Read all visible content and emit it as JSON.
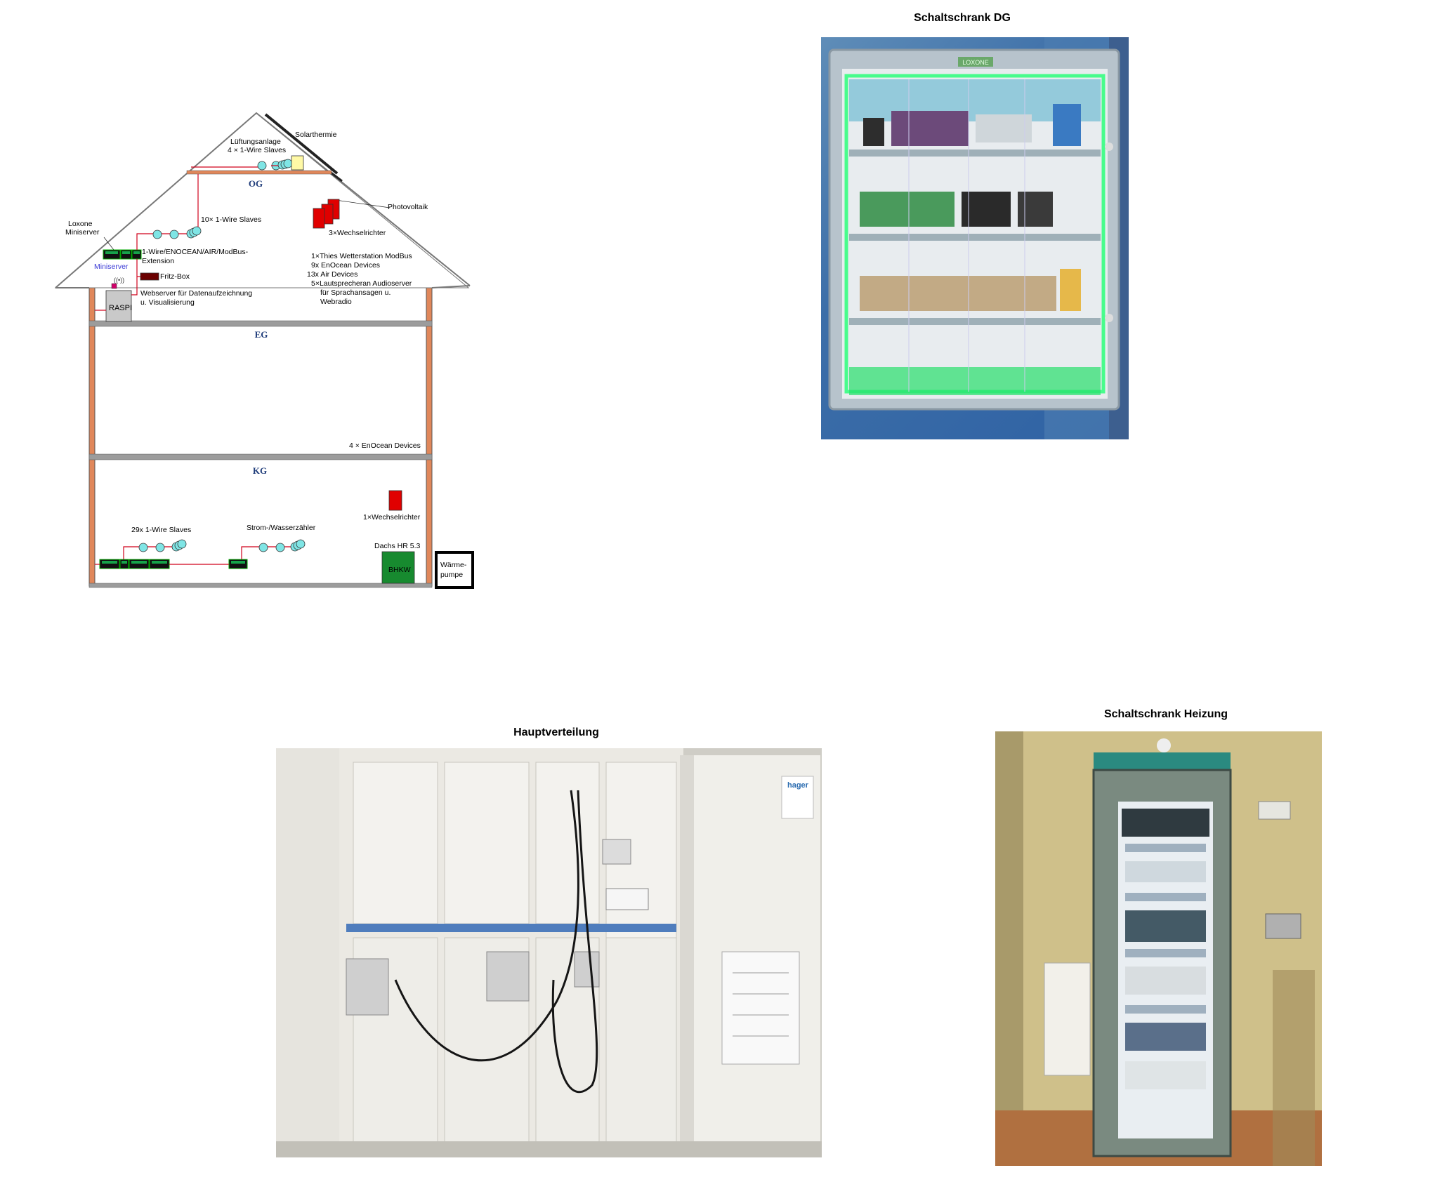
{
  "diagram": {
    "floors": {
      "og": "OG",
      "eg": "EG",
      "kg": "KG"
    },
    "og": {
      "solarthermie": "Solarthermie",
      "lueftung_line1": "Lüftungsanlage",
      "lueftung_line2": "4 × 1-Wire Slaves",
      "photovoltaik": "Photovoltaik",
      "wechselrichter": "3×Wechselrichter",
      "loxone_line1": "Loxone",
      "loxone_line2": "Miniserver",
      "slaves": "10× 1-Wire Slaves",
      "miniserver": "Miniserver",
      "extension_line1": "1-Wire/ENOCEAN/AIR/ModBus-",
      "extension_line2": "Extension",
      "fritzbox": "Fritz-Box",
      "raspi": "RASPI",
      "webserver_line1": "Webserver für Datenaufzeichnung",
      "webserver_line2": "u. Visualisierung",
      "devices_line1": "1×Thies Wetterstation ModBus",
      "devices_line2": "9x EnOcean Devices",
      "devices_line3": "13x Air Devices",
      "devices_line4": "5×Lautsprecheran Audioserver",
      "devices_line5": "für Sprachansagen u.",
      "devices_line6": "Webradio"
    },
    "eg": {
      "enocean": "4 × EnOcean Devices"
    },
    "kg": {
      "wechselrichter": "1×Wechselrichter",
      "slaves": "29x 1-Wire Slaves",
      "zaehler": "Strom-/Wasserzähler",
      "dachs": "Dachs HR 5.3",
      "bhkw": "BHKW",
      "waerme_line1": "Wärme-",
      "waerme_line2": "pumpe"
    }
  },
  "photos": {
    "dg_caption": "Schaltschrank DG",
    "dg_logo": "LOXONE",
    "haupt_caption": "Hauptverteilung",
    "haupt_brand": "hager",
    "heizung_caption": "Schaltschrank Heizung"
  },
  "colors": {
    "wire": "#d0021b",
    "wall": "#e0875a",
    "floor": "#9c9c9c",
    "device": "#16a34a",
    "inverter": "#e00000",
    "slave": "#7fe5e5",
    "floor_label": "#1f3c7a"
  }
}
